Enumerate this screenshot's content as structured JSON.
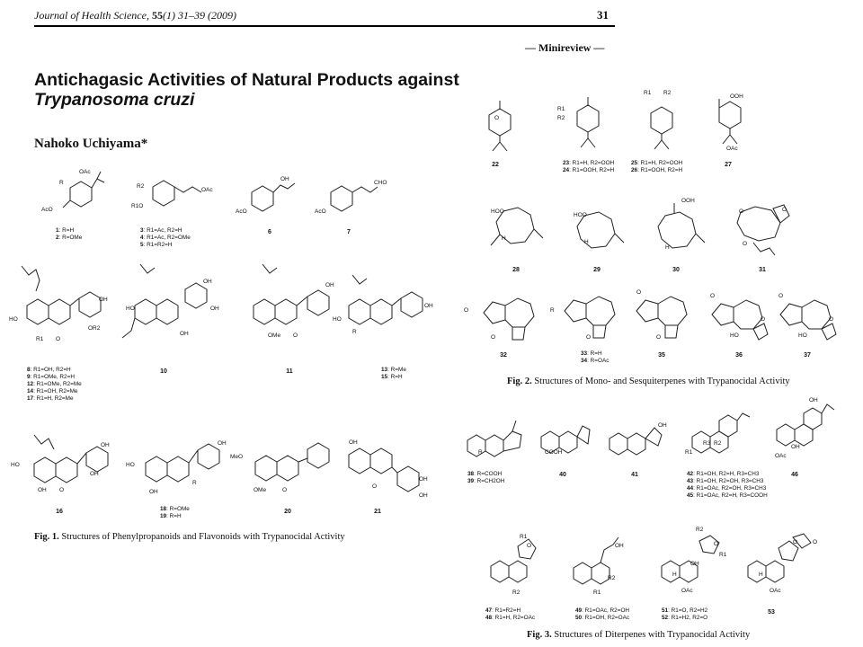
{
  "header": {
    "journal": "Journal of Health Science,",
    "volume": "55",
    "issue_pages": "(1) 31–39 (2009)",
    "page_number": "31",
    "section": "— Minireview —"
  },
  "article": {
    "title_line1": "Antichagasic Activities of Natural Products against",
    "title_line2": "Trypanosoma cruzi",
    "author": "Nahoko Uchiyama*"
  },
  "fig1": {
    "label": "Fig. 1.",
    "caption": "Structures of Phenylpropanoids and Flavonoids with Trypanocidal Activity",
    "atoms": {
      "oac": "OAc",
      "aco": "AcO",
      "r": "R",
      "r2": "R2",
      "ro": "R1O",
      "oh": "OH",
      "cho": "CHO",
      "ho": "HO",
      "or2": "OR2",
      "r1": "R1",
      "o": "O",
      "ome": "OMe",
      "meo": "MeO"
    },
    "compounds": {
      "c1": "1",
      "c2": "2",
      "c3": "3",
      "c4": "4",
      "c5": "5",
      "c6": "6",
      "c7": "7",
      "c8": "8",
      "c9": "9",
      "c12": "12",
      "c14": "14",
      "c17": "17",
      "c10": "10",
      "c11": "11",
      "c13": "13",
      "c15": "15",
      "c16": "16",
      "c18": "18",
      "c19": "19",
      "c20": "20",
      "c21": "21"
    },
    "subst": {
      "s1": ": R=H",
      "s2": ": R=OMe",
      "s3": ": R1=Ac, R2=H",
      "s4": ": R1=Ac, R2=OMe",
      "s5": ": R1=R2=H",
      "s8": ": R1=OH, R2=H",
      "s9": ": R1=OMe, R2=H",
      "s12": ": R1=OMe, R2=Me",
      "s14": ": R1=OH, R2=Me",
      "s17": ": R1=H, R2=Me",
      "s13": ": R=Me",
      "s15": ": R=H",
      "s18": ": R=OMe",
      "s19": ": R=H"
    }
  },
  "fig2": {
    "label": "Fig. 2.",
    "caption": "Structures of Mono- and Sesquiterpenes with Trypanocidal Activity",
    "atoms": {
      "ooh": "OOH",
      "r1": "R1",
      "r2": "R2",
      "oac": "OAc",
      "hoo": "HOO",
      "h": "H",
      "o": "O",
      "r": "R",
      "ho": "HO"
    },
    "compounds": {
      "c22": "22",
      "c23": "23",
      "c24": "24",
      "c25": "25",
      "c26": "26",
      "c27": "27",
      "c28": "28",
      "c29": "29",
      "c30": "30",
      "c31": "31",
      "c32": "32",
      "c33": "33",
      "c34": "34",
      "c35": "35",
      "c36": "36",
      "c37": "37"
    },
    "subst": {
      "s23": ": R1=H, R2=OOH",
      "s24": ": R1=OOH, R2=H",
      "s25": ": R1=H, R2=OOH",
      "s26": ": R1=OOH, R2=H",
      "s33": ": R=H",
      "s34": ": R=OAc"
    }
  },
  "fig3": {
    "label": "Fig. 3.",
    "caption": "Structures of Diterpenes with Trypanocidal Activity",
    "atoms": {
      "r": "R",
      "cooh": "COOH",
      "oh": "OH",
      "r1": "R1",
      "r2": "R2",
      "r3": "R3",
      "oac": "OAc",
      "h": "H",
      "o": "O"
    },
    "compounds": {
      "c38": "38",
      "c39": "39",
      "c40": "40",
      "c41": "41",
      "c42": "42",
      "c43": "43",
      "c44": "44",
      "c45": "45",
      "c46": "46",
      "c47": "47",
      "c48": "48",
      "c49": "49",
      "c50": "50",
      "c51": "51",
      "c52": "52",
      "c53": "53"
    },
    "subst": {
      "s38": ": R=COOH",
      "s39": ": R=CH2OH",
      "s42": ": R1=OH, R2=H, R3=CH3",
      "s43": ": R1=OH, R2=OH, R3=CH3",
      "s44": ": R1=OAc, R2=OH, R3=CH3",
      "s45": ": R1=OAc, R2=H, R3=COOH",
      "s47": ": R1=R2=H",
      "s48": ": R1=H, R2=OAc",
      "s49": ": R1=OAc, R2=OH",
      "s50": ": R1=OH, R2=OAc",
      "s51": ": R1=O, R2=H2",
      "s52": ": R1=H2, R2=O"
    }
  }
}
